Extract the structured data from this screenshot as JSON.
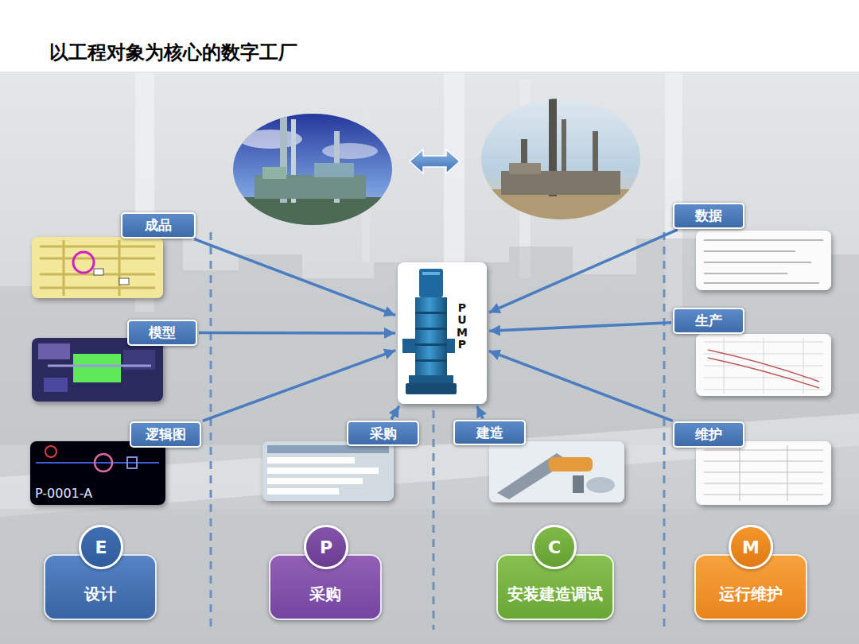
{
  "diagram": {
    "title": "以工程对象为核心的数字工厂",
    "nodes": [
      {
        "text": [
          "成品"
        ]
      },
      {
        "text": [
          "数据"
        ]
      },
      {
        "text": [
          "PUMP"
        ]
      },
      {
        "text": [
          "生产"
        ]
      },
      {
        "text": [
          "模型"
        ]
      },
      {
        "text": [
          "逻辑图"
        ]
      },
      {
        "text": [
          "采购"
        ]
      },
      {
        "text": [
          "建造"
        ]
      },
      {
        "text": [
          "维护"
        ]
      },
      {
        "text": [
          "E"
        ]
      },
      {
        "text": [
          "设计"
        ]
      },
      {
        "text": [
          "P"
        ]
      },
      {
        "text": [
          "采购"
        ]
      },
      {
        "text": [
          "C"
        ]
      },
      {
        "text": [
          "安装建造调试"
        ]
      },
      {
        "text": [
          "M"
        ]
      },
      {
        "text": [
          "运行维护"
        ]
      }
    ],
    "edges": [
      {
        "from": 0,
        "to": 2,
        "arrow": "to"
      },
      {
        "from": 1,
        "to": 2,
        "arrow": "to"
      },
      {
        "from": 3,
        "to": 2,
        "arrow": "to"
      },
      {
        "from": 4,
        "to": 2,
        "arrow": "to"
      },
      {
        "from": 5,
        "to": 2,
        "arrow": "to"
      },
      {
        "from": 6,
        "to": 2,
        "arrow": "to"
      },
      {
        "from": 7,
        "to": 2,
        "arrow": "to"
      },
      {
        "from": 8,
        "to": 2,
        "arrow": "to"
      }
    ],
    "labels": [
      "P-0001-A"
    ]
  }
}
